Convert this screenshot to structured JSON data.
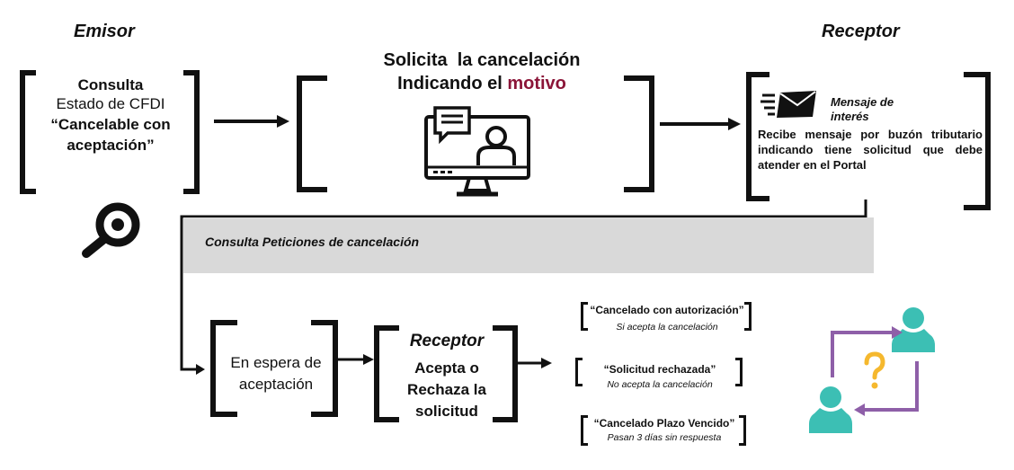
{
  "headers": {
    "emisor": "Emisor",
    "receptor": "Receptor"
  },
  "box1": {
    "line1": "Consulta",
    "line2": "Estado de CFDI",
    "line3": "“Cancelable con",
    "line4": "aceptación”"
  },
  "box2": {
    "line1": "Solicita  la cancelación",
    "line2_prefix": "Indicando el ",
    "line2_highlight": "motivo",
    "highlight_color": "#8b1538"
  },
  "box3": {
    "title_line1": "Mensaje de",
    "title_line2": "interés",
    "body": "Recibe mensaje   por buzón tributario    indicando    tiene solicitud que debe atender en el Portal"
  },
  "banner": {
    "label": "Consulta Peticiones de cancelación",
    "color": "#d9d9d9"
  },
  "box4": {
    "line1": "En espera de",
    "line2": "aceptación"
  },
  "box5": {
    "title": "Receptor",
    "line1": "Acepta o",
    "line2": "Rechaza la",
    "line3": "solicitud"
  },
  "outcomes": [
    {
      "title": "“Cancelado con autorización”",
      "subtitle": "Si acepta la cancelación"
    },
    {
      "title": "“Solicitud rechazada”",
      "subtitle": "No acepta la cancelación"
    },
    {
      "title": "“Cancelado Plazo Vencido”",
      "subtitle": "Pasan 3 días sin respuesta"
    }
  ],
  "icons": {
    "search": "magnifier-icon",
    "computer": "computer-user-chat-icon",
    "mail": "envelope-icon",
    "exchange": "users-exchange-question-icon"
  },
  "colors": {
    "teal": "#3cbfb4",
    "purple": "#8e5fa8",
    "yellow": "#f5b82e"
  }
}
